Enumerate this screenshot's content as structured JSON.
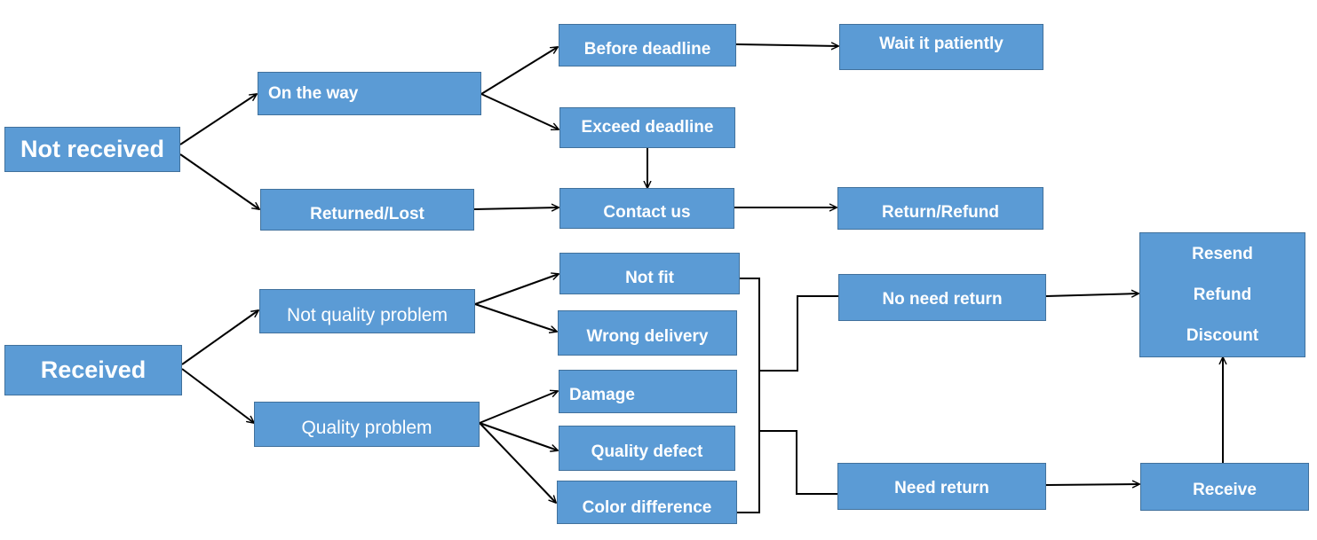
{
  "nodes": {
    "not_received": "Not received",
    "on_the_way": "On the way",
    "returned_lost": "Returned/Lost",
    "before_deadline": "Before deadline",
    "exceed_deadline": "Exceed deadline",
    "contact_us": "Contact us",
    "wait_patiently": "Wait it patiently",
    "return_refund": "Return/Refund",
    "received": "Received",
    "not_quality_problem": "Not quality problem",
    "quality_problem": "Quality problem",
    "not_fit": "Not fit",
    "wrong_delivery": "Wrong delivery",
    "damage": "Damage",
    "quality_defect": "Quality defect",
    "color_difference": "Color difference",
    "no_need_return": "No need return",
    "need_return": "Need return",
    "receive": "Receive",
    "outcomes": [
      "Resend",
      "Refund",
      "Discount"
    ]
  },
  "colors": {
    "box_fill": "#5b9bd5",
    "box_border": "#41719c",
    "text": "#ffffff",
    "connector": "#000000"
  }
}
